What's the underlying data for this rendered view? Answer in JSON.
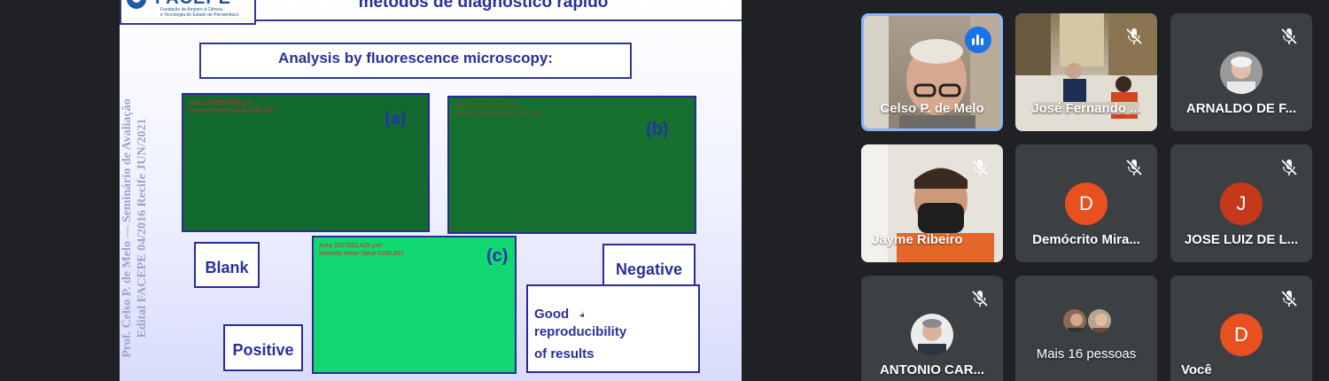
{
  "presentation": {
    "logo_text": "FACEPE",
    "logo_subtitle": "Fundação de Amparo à Ciência\ne Tecnologia do Estado de Pernambuco",
    "title": "métodos de diagnóstico rápido\"",
    "side_text_lines": [
      "Prof. Celso P. de Melo — Seminário de Avaliação",
      "Edital FACEPE 04/2016    Recife JUN/2021"
    ],
    "subtitle": "Analysis by fluorescence microscopy:",
    "panels": [
      {
        "tag": "(a)",
        "meta": "Area 2227853,429 µm²\nIntensity Mean Value 1292,762",
        "color": "#126a2e"
      },
      {
        "tag": "(b)",
        "meta": "Area 2227853,429 µm²\nIntensity Mean Value 1948,399",
        "color": "#16702e"
      },
      {
        "tag": "(c)",
        "meta": "Area 2227853,429 µm²\nIntensity Mean Value 6296,861",
        "color": "#11d870"
      }
    ],
    "labels": {
      "blank": "Blank",
      "positive": "Positive",
      "negative": "Negative",
      "good": [
        "Good",
        "reproducibility",
        "of results"
      ]
    }
  },
  "participants": [
    {
      "name": "Celso P. de Melo",
      "type": "photo",
      "speaking": true,
      "muted": false
    },
    {
      "name": "José Fernando ...",
      "type": "photo",
      "speaking": false,
      "muted": true
    },
    {
      "name": "ARNALDO DE F...",
      "type": "avatar-photo",
      "muted": true
    },
    {
      "name": "Jayme Ribeiro",
      "type": "photo",
      "muted": true
    },
    {
      "name": "Demócrito Mira...",
      "type": "letter",
      "letter": "D",
      "color": "#e8501f",
      "muted": true
    },
    {
      "name": "JOSE LUIZ DE L...",
      "type": "letter",
      "letter": "J",
      "color": "#c5391a",
      "muted": true
    },
    {
      "name": "ANTONIO CAR...",
      "type": "avatar-photo",
      "muted": true
    },
    {
      "name": "Mais 16 pessoas",
      "type": "group"
    },
    {
      "name": "Você",
      "type": "letter",
      "letter": "D",
      "color": "#e8501f",
      "muted": true
    }
  ],
  "colors": {
    "accent": "#8ab4f8",
    "speaking": "#1a73e8",
    "tile": "#3c4043",
    "background": "#202124"
  }
}
